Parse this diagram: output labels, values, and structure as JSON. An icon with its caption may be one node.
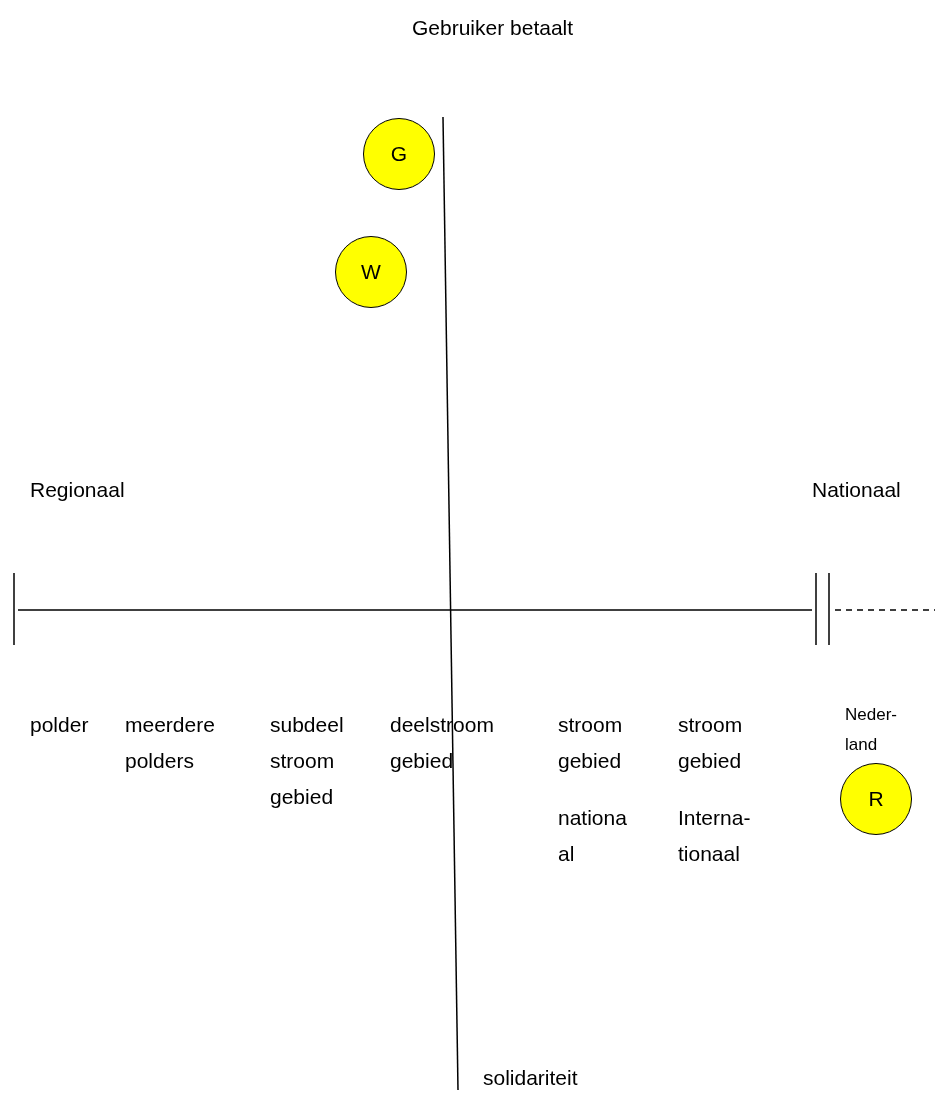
{
  "diagram": {
    "nodes": [
      {
        "text": [
          "G"
        ]
      },
      {
        "text": [
          "W"
        ]
      },
      {
        "text": [
          "R"
        ]
      }
    ],
    "labels": [
      "Gebruiker betaalt",
      "Regionaal",
      "Nationaal",
      "polder",
      "meerdere polders",
      "subdeel stroom gebied",
      "deelstroom gebied",
      "stroom gebied",
      "nationa al",
      "stroom gebied",
      "Interna- tionaal",
      "Neder- land",
      "solidariteit"
    ]
  }
}
